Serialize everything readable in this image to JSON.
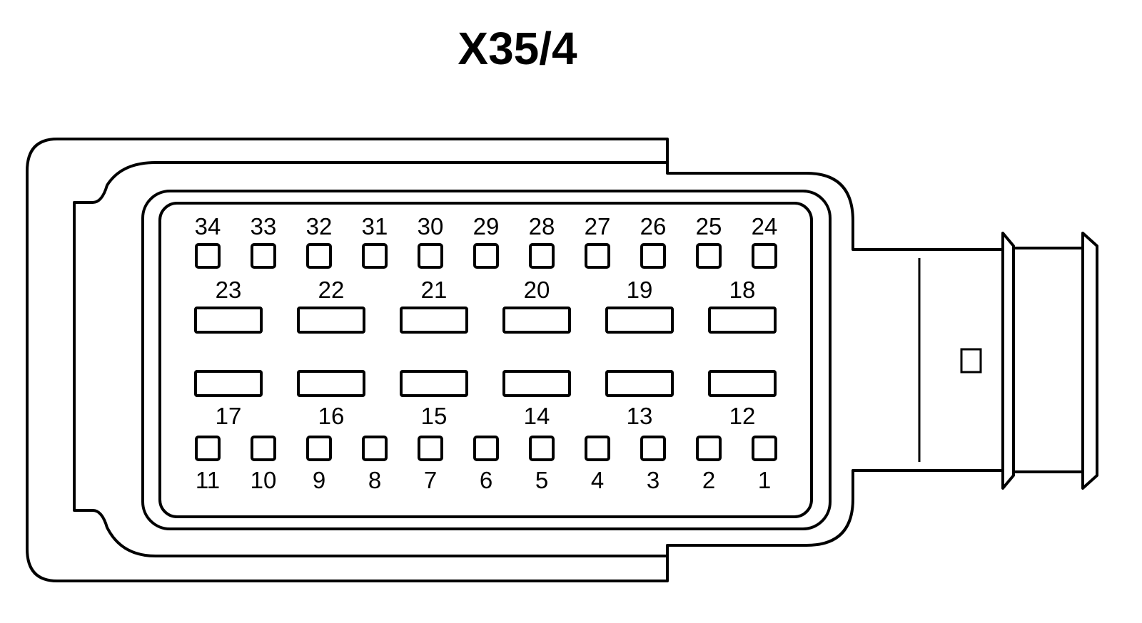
{
  "title": "X35/4",
  "pin_rows": [
    {
      "shape": "small",
      "label_side": "above",
      "labels": [
        "34",
        "33",
        "32",
        "31",
        "30",
        "29",
        "28",
        "27",
        "26",
        "25",
        "24"
      ]
    },
    {
      "shape": "wide",
      "label_side": "above",
      "labels": [
        "23",
        "22",
        "21",
        "20",
        "19",
        "18"
      ]
    },
    {
      "shape": "wide",
      "label_side": "below",
      "labels": [
        "17",
        "16",
        "15",
        "14",
        "13",
        "12"
      ]
    },
    {
      "shape": "small",
      "label_side": "below",
      "labels": [
        "11",
        "10",
        "9",
        "8",
        "7",
        "6",
        "5",
        "4",
        "3",
        "2",
        "1"
      ]
    }
  ]
}
